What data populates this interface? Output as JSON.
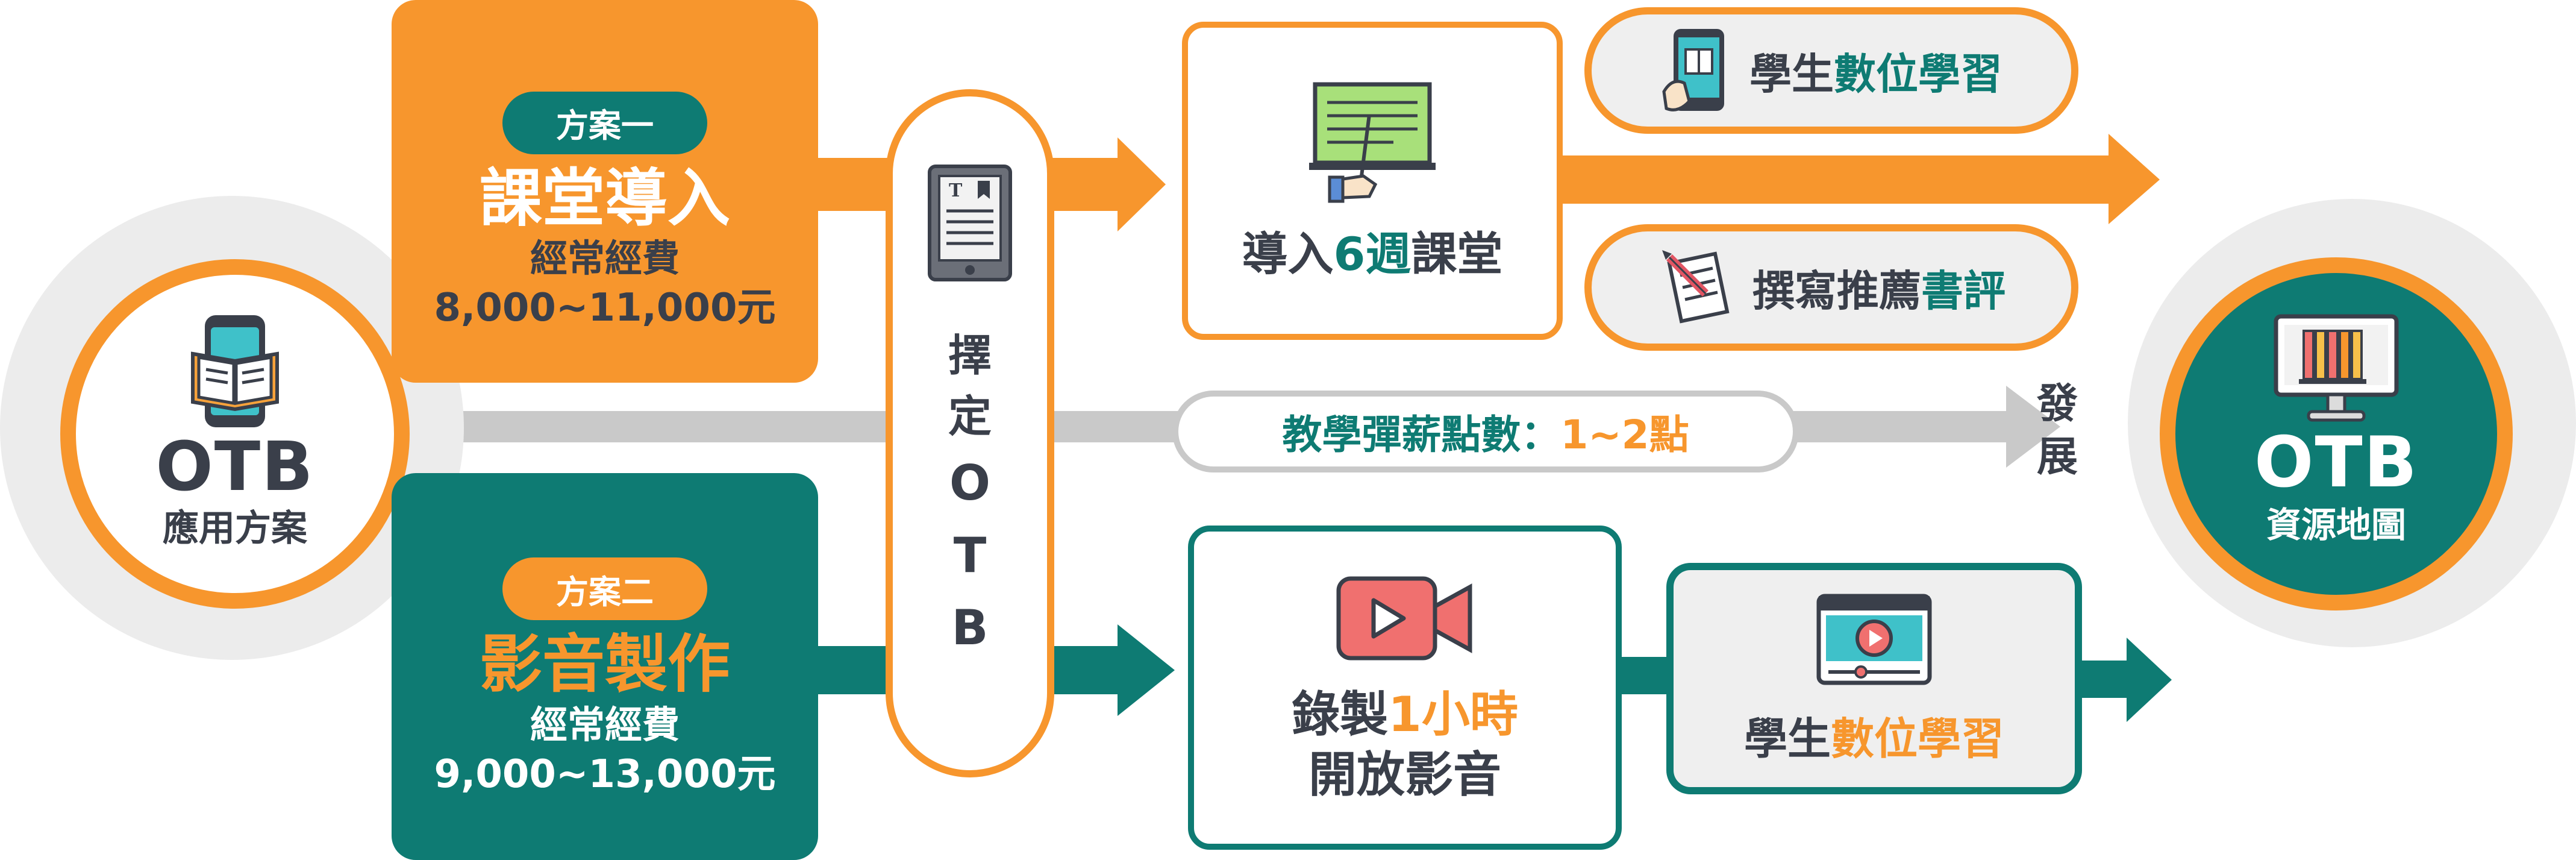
{
  "colors": {
    "orange": "#f7962d",
    "teal": "#0e7b73",
    "grey_bar": "#c9c9c9",
    "halo": "#ececec",
    "dark_text": "#3a3f4a"
  },
  "left_node": {
    "title": "OTB",
    "subtitle": "應用方案",
    "icon": "phone-book-icon"
  },
  "right_node": {
    "title": "OTB",
    "subtitle": "資源地圖",
    "icon": "monitor-bookshelf-icon"
  },
  "plan1": {
    "badge": "方案一",
    "title": "課堂導入",
    "fee_label": "經常經費",
    "fee_range": "8,000~11,000元"
  },
  "plan2": {
    "badge": "方案二",
    "title": "影音製作",
    "fee_label": "經常經費",
    "fee_range": "9,000~13,000元"
  },
  "select_otb": {
    "chars": [
      "擇",
      "定",
      "O",
      "T",
      "B"
    ],
    "icon": "ereader-icon"
  },
  "classroom": {
    "prefix": "導入",
    "highlight": "6週",
    "suffix": "課堂",
    "icon": "blackboard-teacher-icon"
  },
  "digital_learning_top": {
    "prefix": "學生",
    "highlight": "數位學習",
    "icon": "tablet-book-icon"
  },
  "book_review": {
    "prefix": "撰寫推薦",
    "highlight": "書評",
    "icon": "document-pen-icon"
  },
  "teacher_points": {
    "label": "教學彈薪點數：",
    "value": "1~2點"
  },
  "develop": {
    "chars": [
      "發",
      "展"
    ]
  },
  "recording": {
    "line1_prefix": "錄製",
    "line1_highlight": "1小時",
    "line2": "開放影音",
    "icon": "video-camera-icon"
  },
  "digital_learning_bottom": {
    "prefix": "學生",
    "highlight": "數位學習",
    "icon": "video-player-icon"
  }
}
